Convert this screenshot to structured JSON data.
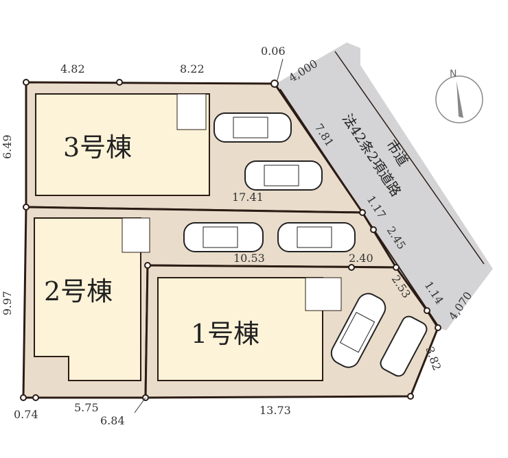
{
  "colors": {
    "lot": "#e9dccb",
    "house": "#fdf3d8",
    "road": "#d4d4d6",
    "line": "#2b1c14"
  },
  "buildings": [
    {
      "label": "3号棟"
    },
    {
      "label": "2号棟"
    },
    {
      "label": "1号棟"
    }
  ],
  "road": {
    "label_line1": "市道",
    "label_line2": "法42条2項道路"
  },
  "compass": {
    "label": "N"
  },
  "dimensions": {
    "top_left": "4.82",
    "top_right": "8.22",
    "corner_top": "0.06",
    "road_width_top": "4,000",
    "left_upper": "6.49",
    "left_lower": "9.97",
    "road_side_3": "7.81",
    "divider_32": "17.41",
    "road_side_a": "1.17",
    "road_side_b": "2.45",
    "divider_21_a": "10.53",
    "divider_21_b": "2.40",
    "road_side_c": "2.53",
    "road_side_d": "1.14",
    "road_width_bottom": "4,070",
    "right_bottom": "3.82",
    "bottom_1": "13.73",
    "bottom_a": "0.74",
    "bottom_b": "5.75",
    "bottom_c": "6.84"
  }
}
